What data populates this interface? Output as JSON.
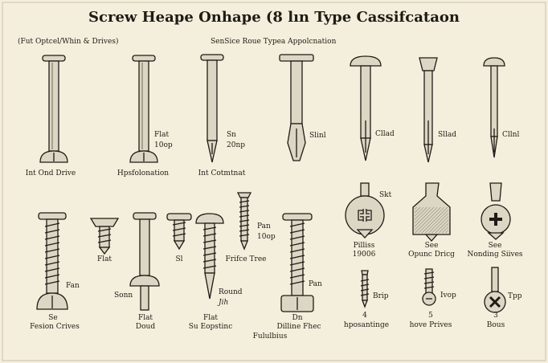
{
  "title": "Screw Heape Onhape (8 lın Type Cassifcataon",
  "subtitle_left": "(Fut Optcel/Whin & Drives)",
  "subtitle_center": "SenSice Roue Typea Appolcnation",
  "labels": {
    "r1_a": "Int Ond Drive",
    "r1_b": "Hpsfolonation",
    "r1_b_side1": "Flat",
    "r1_b_side2": "10op",
    "r1_c": "Int Cotmtnat",
    "r1_c_side1": "Sn",
    "r1_c_side2": "20np",
    "r1_d": "Slinl",
    "r1_e": "Cllad",
    "r1_f": "Sllad",
    "r1_g": "Cllnl",
    "r2_flat": "Flat",
    "r2_si": "Sl",
    "r2_fan_side": "Fan",
    "r2_se": "Se",
    "r2_fesion": "Fesion Crives",
    "r2_sonn": "Sonn",
    "r2_flat2": "Flat",
    "r2_doud": "Doud",
    "r2_pan_side1": "Pan",
    "r2_pan_side2": "10op",
    "r2_frifce": "Frifce Tree",
    "r2_round": "Round",
    "r2_jih": "Jih",
    "r2_flat3": "Flat",
    "r2_su": "Su Eopstinc",
    "r2_pan2": "Pan",
    "r2_dn": "Dn",
    "r2_dilline": "Dilline Fhec",
    "r2_fululbius": "Fululbius",
    "r2_skt": "Skt",
    "r2_pilliss": "Pilliss",
    "r2_19006": "19006",
    "r2_see1": "See",
    "r2_opunc": "Opunc Dricg",
    "r2_see2": "See",
    "r2_nonding": "Nonding Siives",
    "r3_brip": "Brip",
    "r3_4": "4",
    "r3_hposantinge": "hposantinge",
    "r3_ivop": "Ivop",
    "r3_5": "5",
    "r3_hove": "hove Prives",
    "r3_tpp": "Tpp",
    "r3_3": "3",
    "r3_bous": "Bous"
  },
  "colors": {
    "paper": "#f4efdc",
    "ink": "#1f1b16",
    "metal": "#dcd6c4",
    "shade": "#8a8373"
  }
}
